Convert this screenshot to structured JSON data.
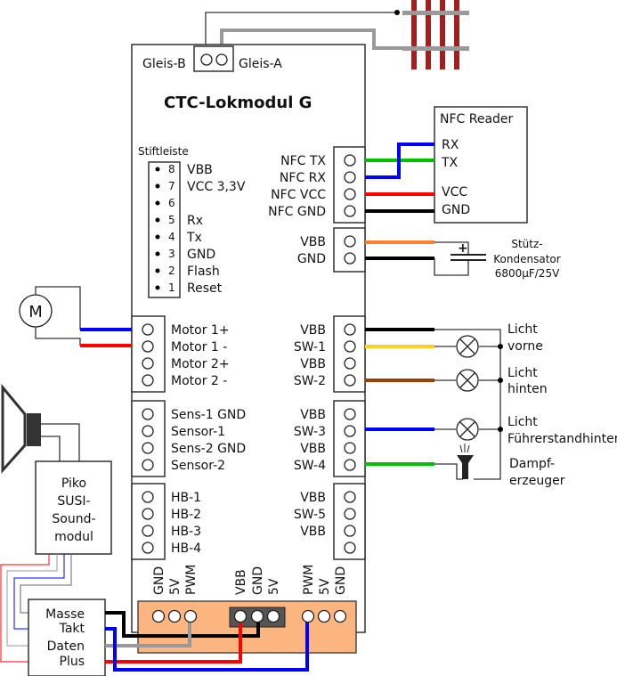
{
  "module": {
    "title": "CTC-Lokmodul G",
    "gleis_b": "Gleis-B",
    "gleis_a": "Gleis-A"
  },
  "stiftleiste": {
    "title": "Stiftleiste",
    "pins": [
      {
        "num": "8",
        "label": "VBB"
      },
      {
        "num": "7",
        "label": "VCC 3,3V"
      },
      {
        "num": "6",
        "label": ""
      },
      {
        "num": "5",
        "label": "Rx"
      },
      {
        "num": "4",
        "label": "Tx"
      },
      {
        "num": "3",
        "label": "GND"
      },
      {
        "num": "2",
        "label": "Flash"
      },
      {
        "num": "1",
        "label": "Reset"
      }
    ]
  },
  "left_connectors": [
    [
      "Motor 1+",
      "Motor 1 -",
      "Motor 2+",
      "Motor 2 -"
    ],
    [
      "Sens-1 GND",
      "Sensor-1",
      "Sens-2 GND",
      "Sensor-2"
    ],
    [
      "HB-1",
      "HB-2",
      "HB-3",
      "HB-4"
    ]
  ],
  "right_connectors": {
    "nfc": [
      "NFC TX",
      "NFC RX",
      "NFC VCC",
      "NFC GND"
    ],
    "power": [
      "VBB",
      "GND"
    ],
    "sw1": [
      "VBB",
      "SW-1",
      "VBB",
      "SW-2"
    ],
    "sw2": [
      "VBB",
      "SW-3",
      "VBB",
      "SW-4"
    ],
    "sw3": [
      "VBB",
      "SW-5",
      "VBB"
    ]
  },
  "bottom_header": [
    "GND",
    "5V",
    "PWM",
    "VBB",
    "GND",
    "5V",
    "PWM",
    "5V",
    "GND"
  ],
  "nfc_reader": {
    "title": "NFC Reader",
    "pins": [
      "RX",
      "TX",
      "VCC",
      "GND"
    ]
  },
  "capacitor": {
    "plus": "+",
    "line1": "Stütz-",
    "line2": "Kondensator",
    "line3": "6800µF/25V"
  },
  "lights": [
    {
      "l1": "Licht",
      "l2": "vorne"
    },
    {
      "l1": "Licht",
      "l2": "hinten"
    },
    {
      "l1": "Licht",
      "l2": "Führerstandhinten"
    },
    {
      "l1": "Dampf-",
      "l2": "erzeuger"
    }
  ],
  "motor": {
    "symbol": "M"
  },
  "sound": {
    "lines": [
      "Piko",
      "SUSI-",
      "Sound-",
      "modul"
    ]
  },
  "susi": [
    "Masse",
    "Takt",
    "Daten",
    "Plus"
  ],
  "colors": {
    "red": "#ff0000",
    "blue": "#0000ff",
    "green": "#00c000",
    "black": "#000000",
    "orange": "#ff8030",
    "yellow": "#ffd020",
    "brown": "#a04000",
    "gray": "#999999",
    "pcb": "#fdb580",
    "rail": "#a02020"
  }
}
